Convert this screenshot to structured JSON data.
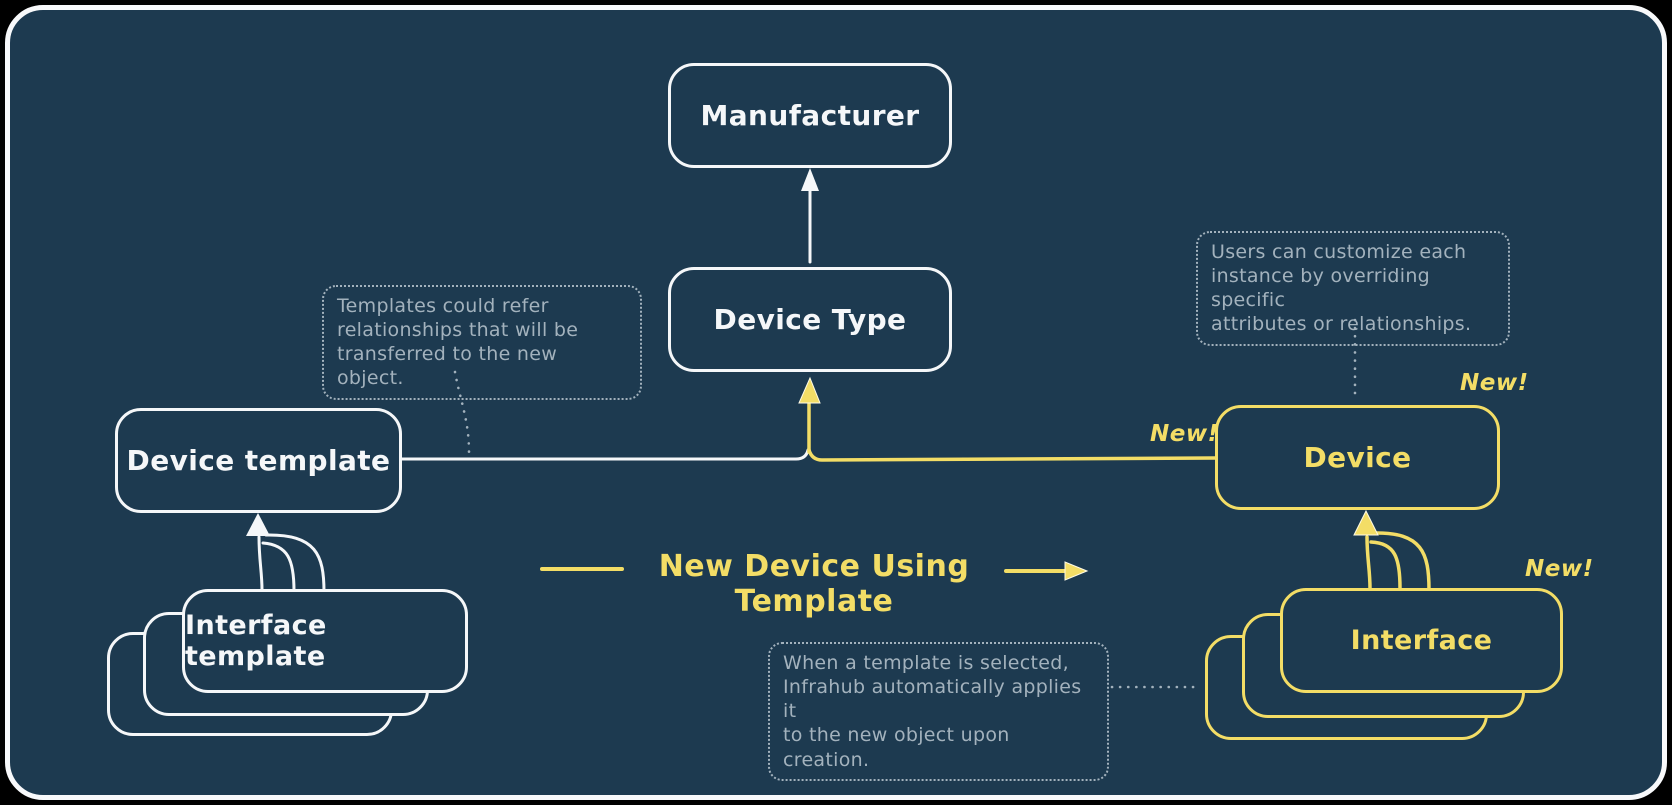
{
  "colors": {
    "background": "#000000",
    "canvas": "#1d3a50",
    "stroke": "#f5f7f9",
    "accent_yellow": "#f3dd66",
    "muted_gray": "#a3b2bd"
  },
  "nodes": {
    "manufacturer": {
      "label": "Manufacturer"
    },
    "device_type": {
      "label": "Device Type"
    },
    "device_template": {
      "label": "Device template"
    },
    "interface_template": {
      "label": "Interface template"
    },
    "device": {
      "label": "Device"
    },
    "interface": {
      "label": "Interface"
    }
  },
  "badges": {
    "new": "New!"
  },
  "flow": {
    "label": "New Device Using Template"
  },
  "annotations": {
    "templates_note": {
      "lines": [
        "Templates could refer",
        "relationships that will be",
        "transferred to the new object."
      ]
    },
    "customize_note": {
      "lines": [
        "Users can customize each",
        "instance by overriding specific",
        "attributes or relationships."
      ]
    },
    "apply_note": {
      "lines": [
        "When a template is selected,",
        "Infrahub automatically applies it",
        "to the new object upon creation."
      ]
    }
  }
}
